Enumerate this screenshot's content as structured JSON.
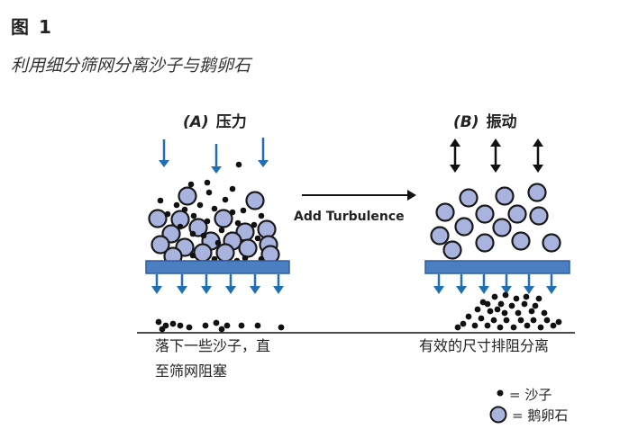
{
  "figure": {
    "label": "图 1",
    "title": "利用细分筛网分离沙子与鹅卵石"
  },
  "panels": [
    {
      "letter": "(A)",
      "name": "压力",
      "caption_lines": [
        "落下一些沙子，直",
        "至筛网阻塞"
      ]
    },
    {
      "letter": "(B)",
      "name": "振动",
      "caption_lines": [
        "有效的尺寸排阻分离"
      ]
    }
  ],
  "arrow_label": "Add Turbulence",
  "legend": {
    "sand": "= 沙子",
    "pebble": "= 鹅卵石"
  },
  "colors": {
    "screen": "#4a7fc1",
    "screen_border": "#2f5f9f",
    "pebble_fill": "#a9b4de",
    "pebble_stroke": "#1a1a1a",
    "sand": "#111111",
    "flow_arrow": "#1f6fb3",
    "dark_arrow": "#111111"
  }
}
